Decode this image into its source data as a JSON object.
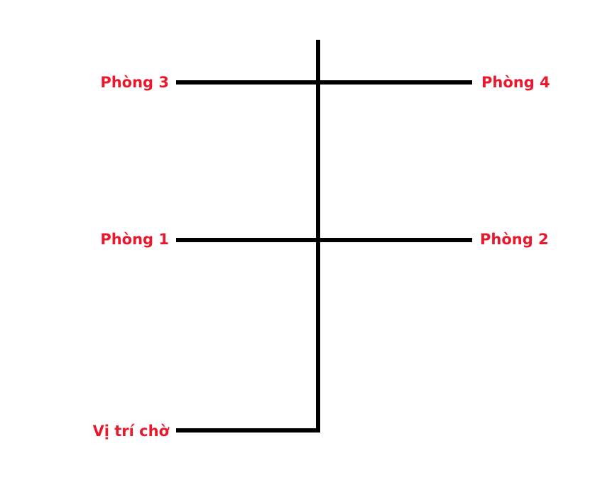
{
  "colors": {
    "label": "#e8192c",
    "line": "#000000"
  },
  "labels": {
    "room_3": "Phòng 3",
    "room_4": "Phòng 4",
    "room_1": "Phòng 1",
    "room_2": "Phòng 2",
    "waiting_position": "Vị trí chờ"
  }
}
